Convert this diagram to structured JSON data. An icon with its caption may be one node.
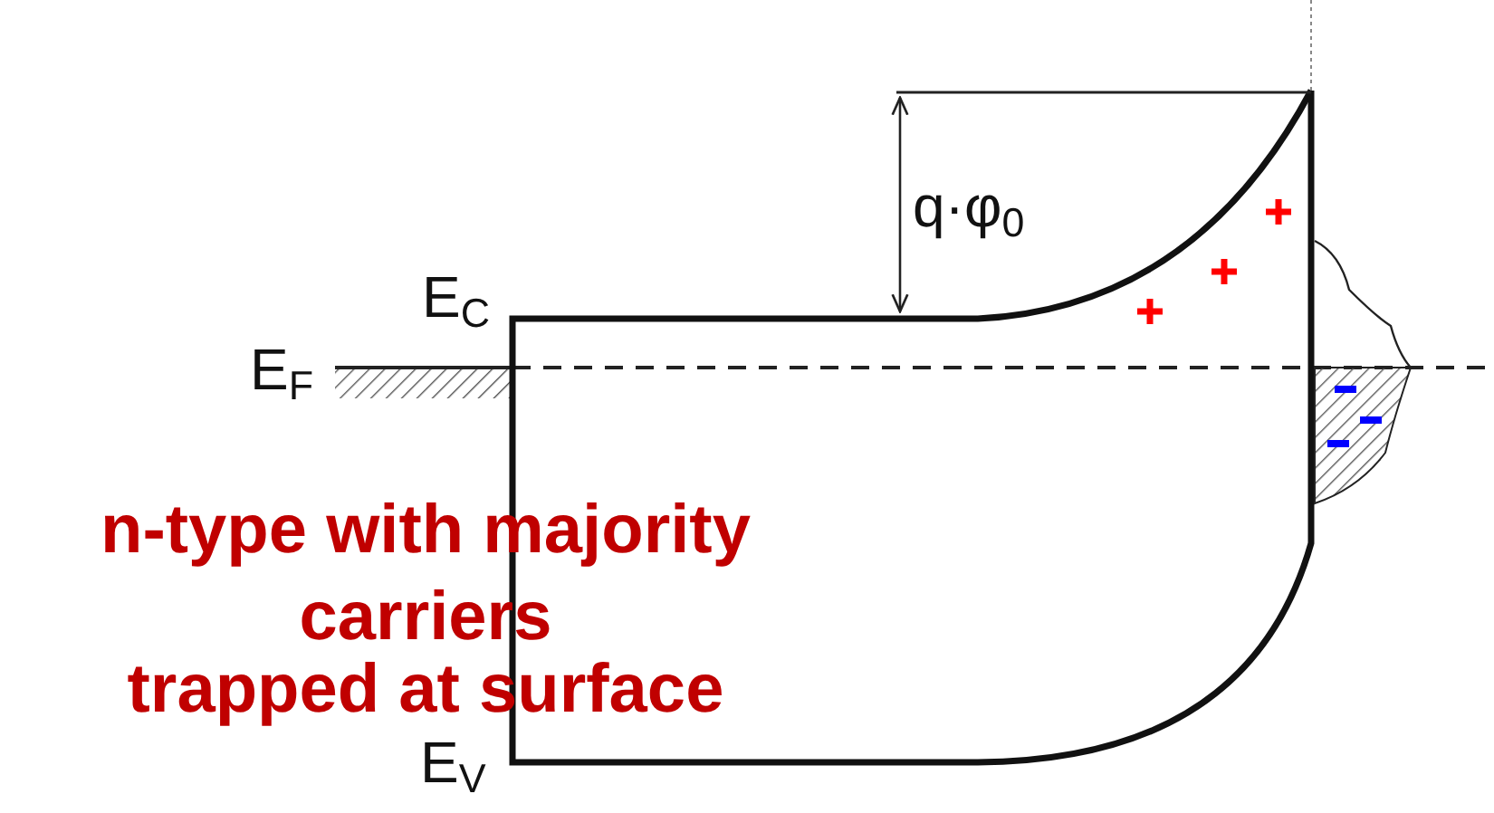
{
  "diagram": {
    "labels": [
      "E$_{C}$",
      "E$_{F}$",
      "q·φ$_{0}$",
      "n-type with majority carriers",
      "trapped at surface",
      "E$_{V}$"
    ]
  }
}
